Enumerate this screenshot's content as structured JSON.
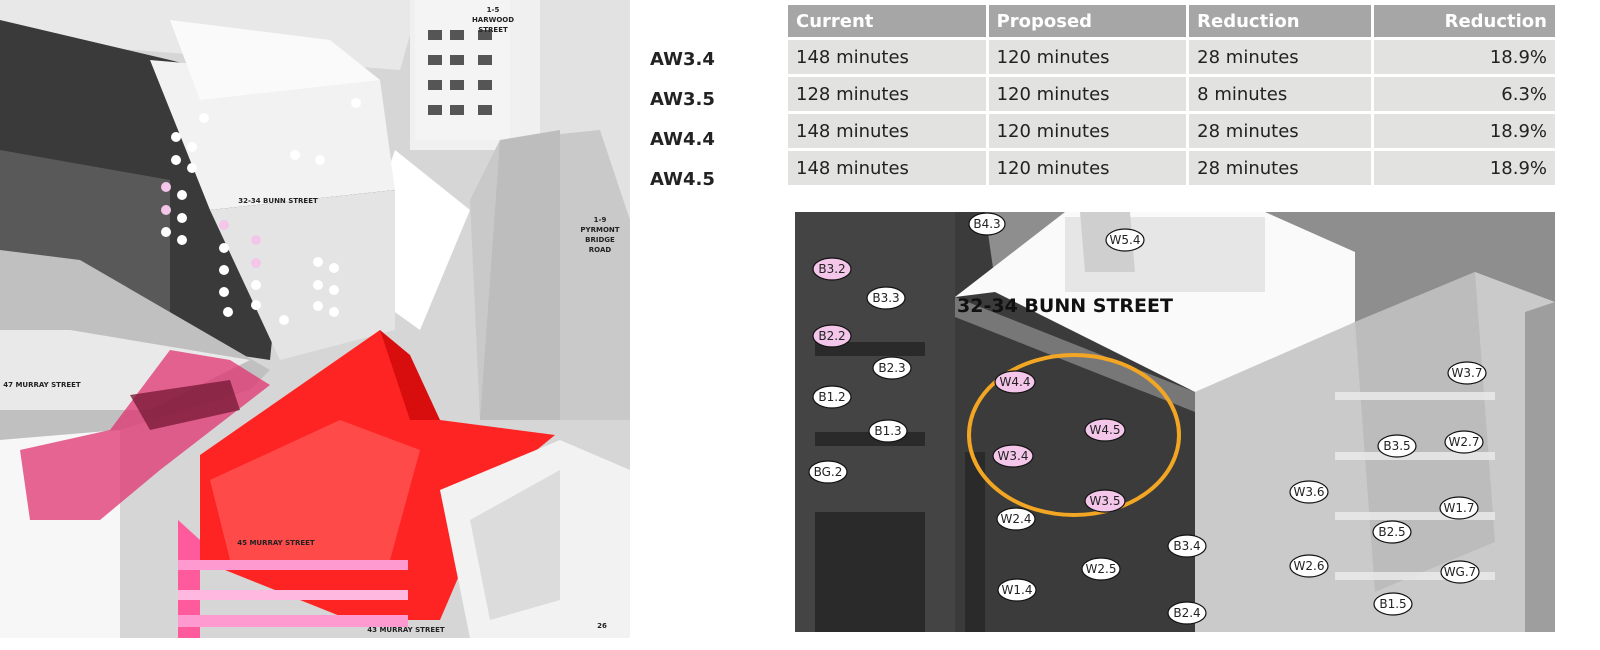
{
  "table": {
    "headers": [
      "Current",
      "Proposed",
      "Reduction",
      "Reduction"
    ],
    "rows": [
      {
        "label": "AW3.4",
        "current": "148 minutes",
        "proposed": "120 minutes",
        "reduction": "28 minutes",
        "percent": "18.9%"
      },
      {
        "label": "AW3.5",
        "current": "128 minutes",
        "proposed": "120 minutes",
        "reduction": "8 minutes",
        "percent": "6.3%"
      },
      {
        "label": "AW4.4",
        "current": "148 minutes",
        "proposed": "120 minutes",
        "reduction": "28 minutes",
        "percent": "18.9%"
      },
      {
        "label": "AW4.5",
        "current": "148 minutes",
        "proposed": "120 minutes",
        "reduction": "28 minutes",
        "percent": "18.9%"
      }
    ]
  },
  "overview": {
    "labels": {
      "harwood": "1-5 HARWOOD STREET",
      "pyrmont": "1-9 PYRMONT BRIDGE ROAD",
      "bunn": "32-34 BUNN STREET",
      "murray47": "47 MURRAY STREET",
      "murray45": "45 MURRAY STREET",
      "murray43": "43 MURRAY STREET"
    },
    "page_number": "26"
  },
  "detail": {
    "building_label": "32-34 BUNN STREET",
    "tags": [
      {
        "id": "B4.3",
        "highlight": false
      },
      {
        "id": "W5.4",
        "highlight": false
      },
      {
        "id": "B3.2",
        "highlight": true
      },
      {
        "id": "B3.3",
        "highlight": false
      },
      {
        "id": "B2.2",
        "highlight": true
      },
      {
        "id": "B2.3",
        "highlight": false
      },
      {
        "id": "B1.2",
        "highlight": false
      },
      {
        "id": "B1.3",
        "highlight": false
      },
      {
        "id": "BG.2",
        "highlight": false
      },
      {
        "id": "W4.4",
        "highlight": true
      },
      {
        "id": "W4.5",
        "highlight": true
      },
      {
        "id": "W3.4",
        "highlight": true
      },
      {
        "id": "W3.5",
        "highlight": true
      },
      {
        "id": "W2.4",
        "highlight": false
      },
      {
        "id": "W2.5",
        "highlight": false
      },
      {
        "id": "W1.4",
        "highlight": false
      },
      {
        "id": "B3.4",
        "highlight": false
      },
      {
        "id": "B2.4",
        "highlight": false
      },
      {
        "id": "W3.6",
        "highlight": false
      },
      {
        "id": "W2.6",
        "highlight": false
      },
      {
        "id": "W3.7",
        "highlight": false
      },
      {
        "id": "B3.5",
        "highlight": false
      },
      {
        "id": "W2.7",
        "highlight": false
      },
      {
        "id": "B2.5",
        "highlight": false
      },
      {
        "id": "W1.7",
        "highlight": false
      },
      {
        "id": "WG.7",
        "highlight": false
      },
      {
        "id": "B1.5",
        "highlight": false
      }
    ],
    "colors": {
      "highlight": "#f4c6ea",
      "normal": "#ffffff",
      "circle": "#f2a623"
    }
  }
}
